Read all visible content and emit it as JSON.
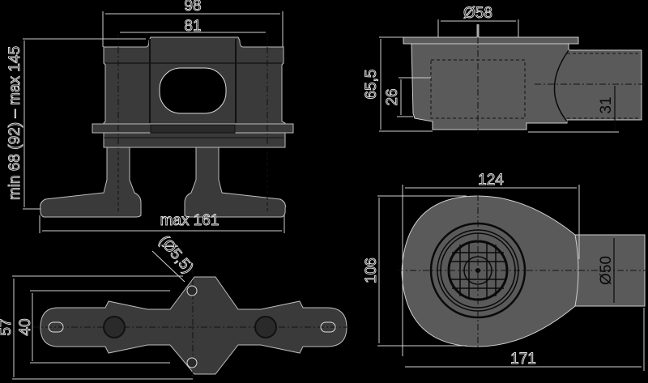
{
  "drawing": {
    "title": "Shower drain – technical dimension drawing",
    "units": "mm",
    "colors": {
      "background": "#000000",
      "part_fill": "#3a3a3a",
      "part_fill_light": "#5a5a5a",
      "dimension_lines": "#d8d8d8"
    },
    "views": {
      "front_view": {
        "name": "Front view with adjustable legs",
        "dimensions": {
          "overall_width": "98",
          "inner_width": "81",
          "height_range": "min 68 (92) – max 145",
          "max_leg_span": "max 161"
        }
      },
      "side_section": {
        "name": "Side section view",
        "dimensions": {
          "grate_diameter": "Ø58",
          "total_height": "65,5",
          "water_seal": "26",
          "outlet_axis_height": "31"
        }
      },
      "bottom_view": {
        "name": "Base plate view",
        "dimensions": {
          "hole_diameter": "(Ø5,5)",
          "outer_width": "57",
          "hole_spacing": "40"
        }
      },
      "top_view": {
        "name": "Top view",
        "dimensions": {
          "body_length": "124",
          "body_width": "106",
          "outlet_diameter": "Ø50",
          "overall_length": "171"
        }
      }
    }
  }
}
